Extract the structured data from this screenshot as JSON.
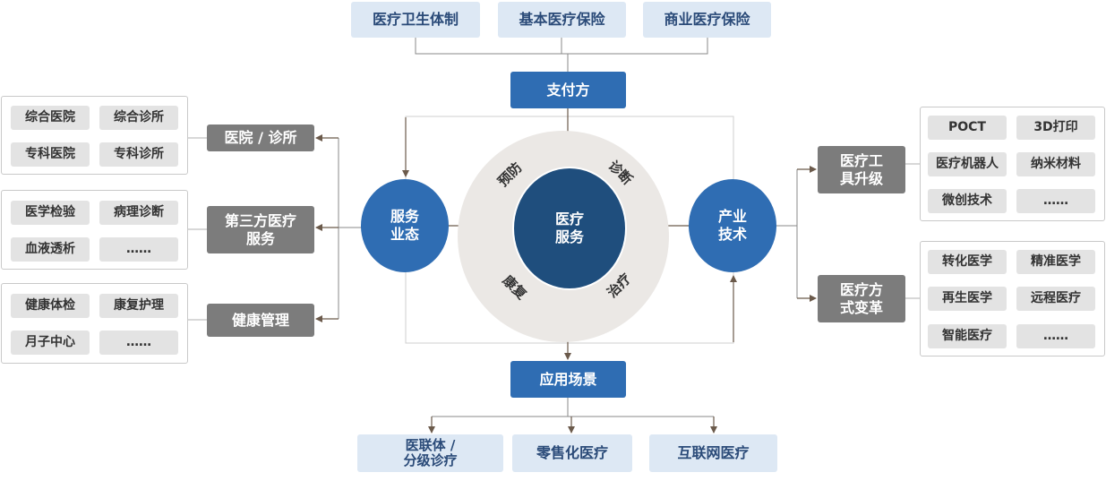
{
  "top_boxes": [
    "医疗卫生体制",
    "基本医疗保险",
    "商业医疗保险"
  ],
  "payer": "支付方",
  "application": "应用场景",
  "bottom_boxes": [
    "医联体 /\n分级诊疗",
    "零售化医疗",
    "互联网医疗"
  ],
  "center": "医疗\n服务",
  "ring_labels": {
    "prevent": "预防",
    "diagnose": "诊断",
    "rehab": "康复",
    "treat": "治疗"
  },
  "left_circle": "服务\n业态",
  "right_circle": "产业\n技术",
  "left_categories": [
    "医院 / 诊所",
    "第三方医疗\n服务",
    "健康管理"
  ],
  "left_panels": [
    [
      "综合医院",
      "综合诊所",
      "专科医院",
      "专科诊所"
    ],
    [
      "医学检验",
      "病理诊断",
      "血液透析",
      "……"
    ],
    [
      "健康体检",
      "康复护理",
      "月子中心",
      "……"
    ]
  ],
  "right_categories": [
    "医疗工\n具升级",
    "医疗方\n式变革"
  ],
  "right_panels": [
    [
      "POCT",
      "3D打印",
      "医疗机器人",
      "纳米材料",
      "微创技术",
      "……"
    ],
    [
      "转化医学",
      "精准医学",
      "再生医学",
      "远程医疗",
      "智能医疗",
      "……"
    ]
  ],
  "colors": {
    "light_box": "#dde8f4",
    "blue_box": "#2f6db3",
    "gray_box": "#7c7c7c",
    "center_circle": "#1f4e7d",
    "side_circle": "#2f6db3",
    "ring": "#ebe8e5",
    "arrow": "#6b5a4b"
  }
}
